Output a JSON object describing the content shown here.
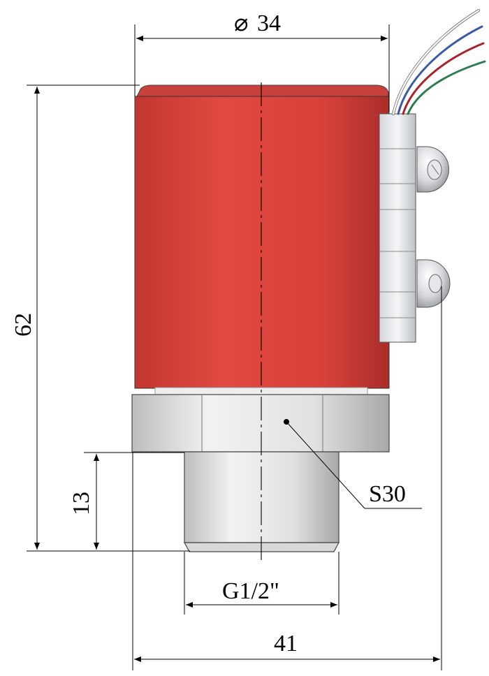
{
  "dimensions": {
    "diameter_symbol": "⌀",
    "diameter_value": "34",
    "height_total": "62",
    "thread_length": "13",
    "thread_label": "G1/2\"",
    "hex_label": "S30",
    "width_total": "41"
  },
  "colors": {
    "body_red": "#d8403a",
    "body_red_dark": "#b8312c",
    "metal_light": "#eeeeee",
    "metal_mid": "#cfcfcf",
    "metal_dark": "#a9a9a9",
    "line": "#000000",
    "wire_white": "#ffffff",
    "wire_blue": "#3b5aa6",
    "wire_red": "#a8242a",
    "wire_green": "#2e7d4f"
  }
}
